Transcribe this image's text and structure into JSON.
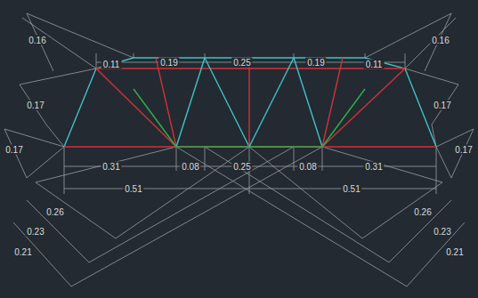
{
  "diagram": {
    "labels": [
      "0.16",
      "0.16",
      "0.11",
      "0.19",
      "0.25",
      "0.19",
      "0.11",
      "0.17",
      "0.17",
      "0.17",
      "0.17",
      "0.31",
      "0.08",
      "0.25",
      "0.08",
      "0.31",
      "0.51",
      "0.51",
      "0.26",
      "0.26",
      "0.23",
      "0.23",
      "0.21",
      "0.21"
    ]
  }
}
